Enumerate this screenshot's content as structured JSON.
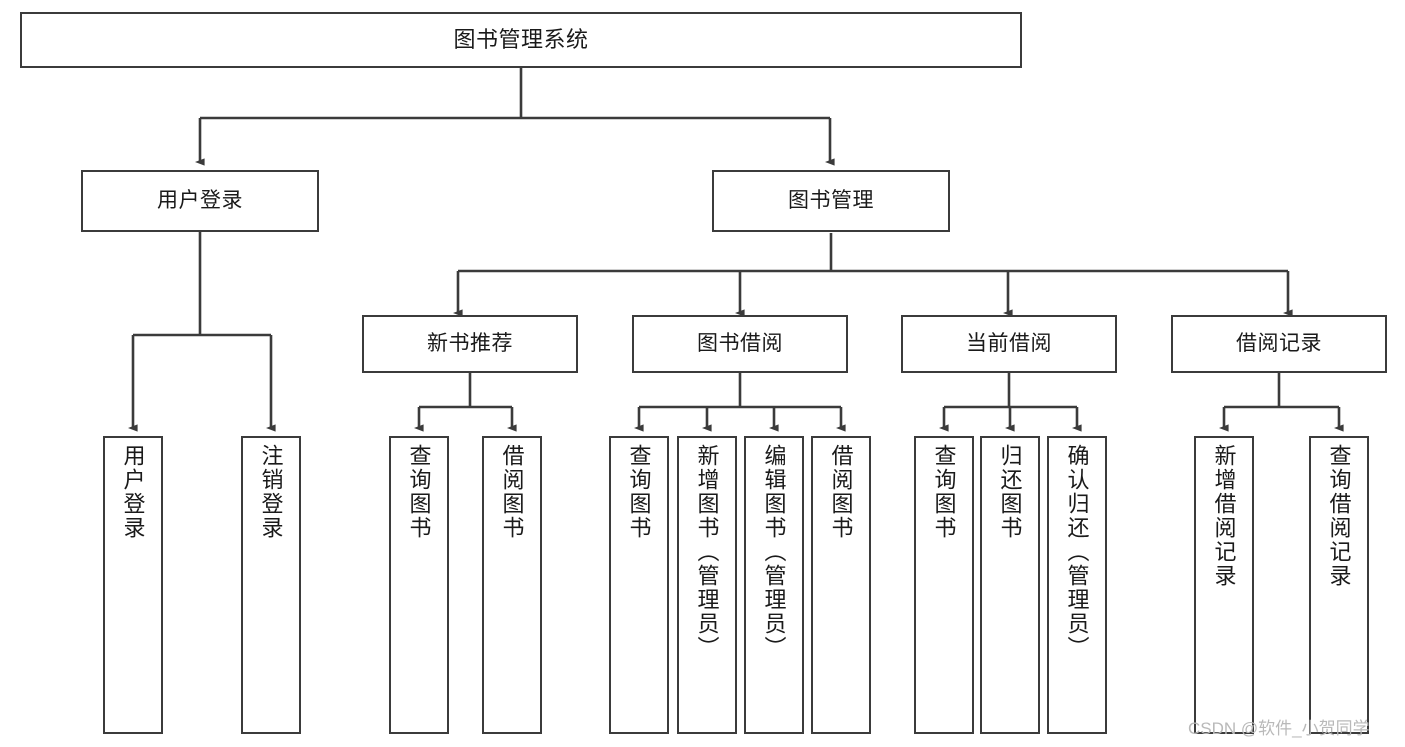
{
  "diagram": {
    "title": "图书管理系统",
    "watermark": "CSDN @软件_小贺同学",
    "colors": {
      "stroke": "#3b3b3b",
      "fill": "#ffffff",
      "text": "#1a1a1a",
      "watermark": "#b9b9b9"
    },
    "root": {
      "label": "图书管理系统"
    },
    "level1": [
      {
        "label": "用户登录"
      },
      {
        "label": "图书管理"
      }
    ],
    "level2": [
      {
        "label": "新书推荐"
      },
      {
        "label": "图书借阅"
      },
      {
        "label": "当前借阅"
      },
      {
        "label": "借阅记录"
      }
    ],
    "leaves": {
      "user_login": [
        {
          "label": "用户登录"
        },
        {
          "label": "注销登录"
        }
      ],
      "new_book_recommend": [
        {
          "label": "查询图书"
        },
        {
          "label": "借阅图书"
        }
      ],
      "book_borrow": [
        {
          "label": "查询图书"
        },
        {
          "label": "新增图书（管理员）"
        },
        {
          "label": "编辑图书（管理员）"
        },
        {
          "label": "借阅图书"
        }
      ],
      "current_borrow": [
        {
          "label": "查询图书"
        },
        {
          "label": "归还图书"
        },
        {
          "label": "确认归还（管理员）"
        }
      ],
      "borrow_records": [
        {
          "label": "新增借阅记录"
        },
        {
          "label": "查询借阅记录"
        }
      ]
    }
  }
}
